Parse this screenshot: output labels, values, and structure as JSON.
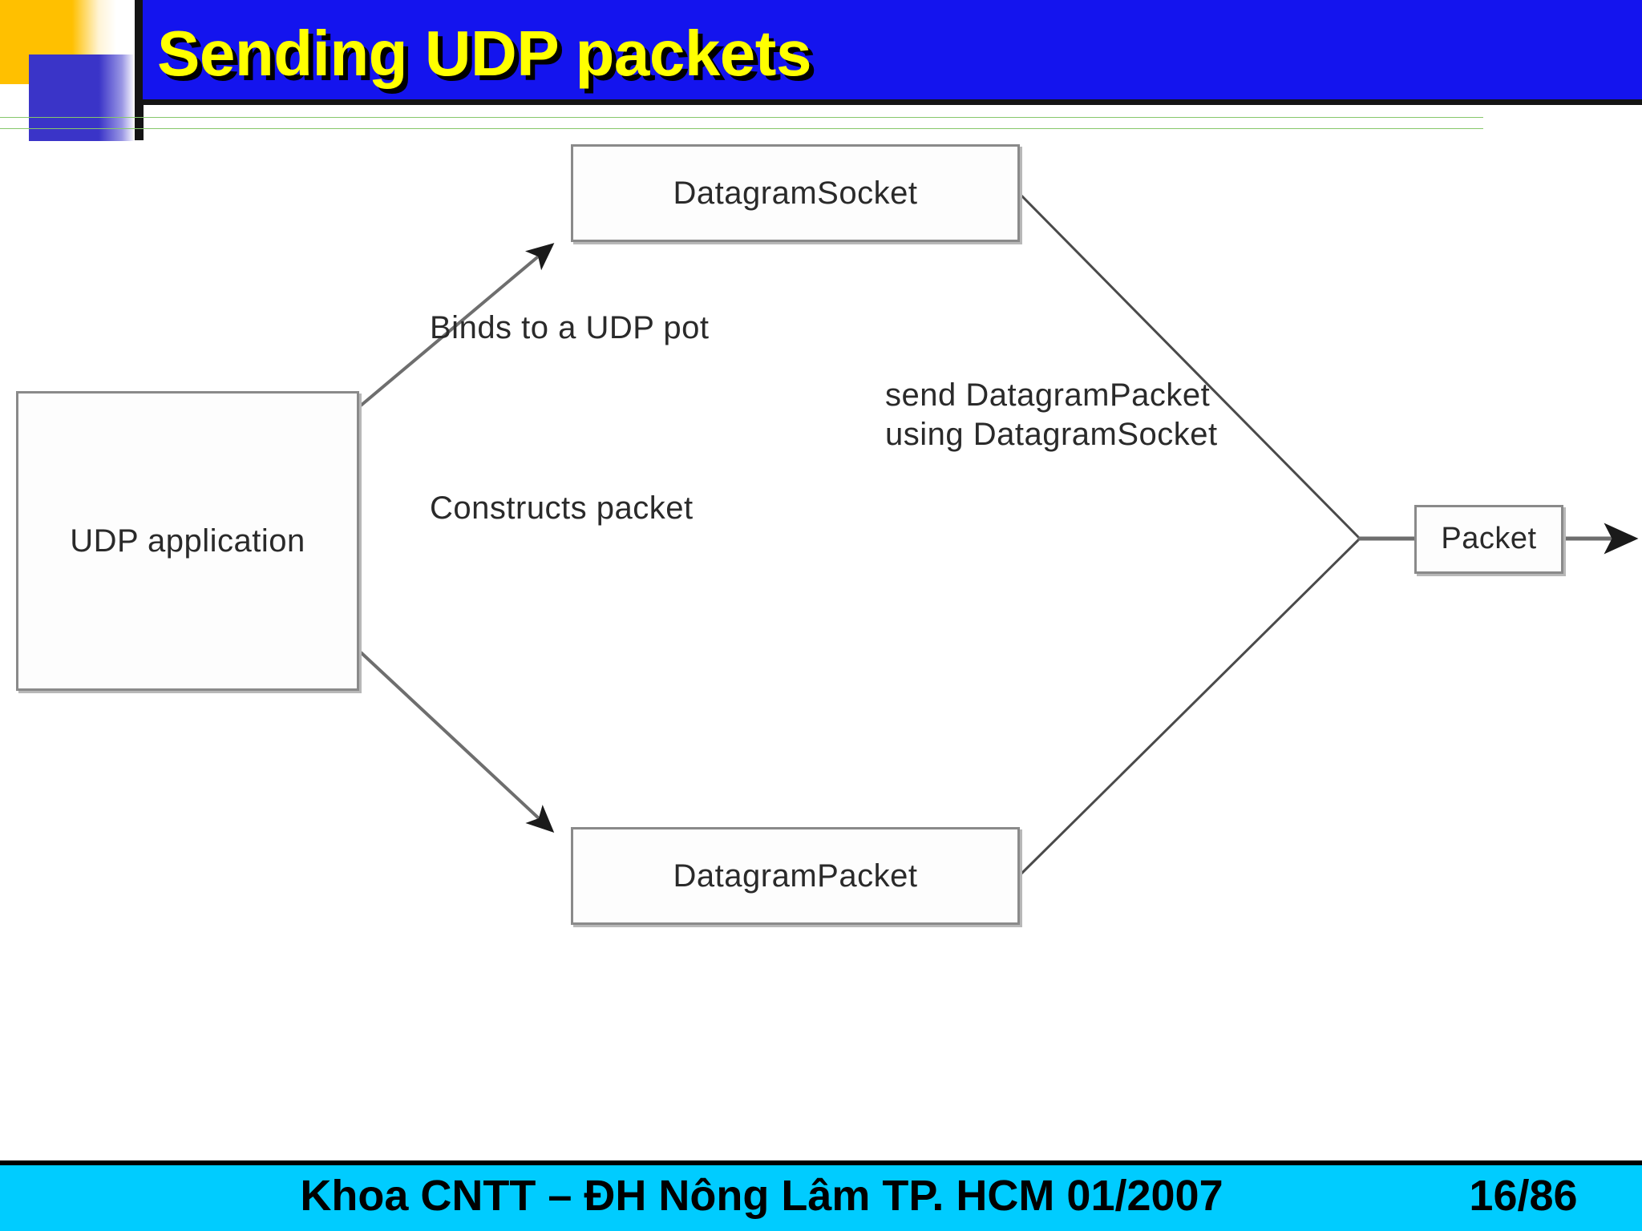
{
  "slide": {
    "title": "Sending UDP packets",
    "title_color": "#FFFF00",
    "header_bg": "#1414EE",
    "accent_yellow": "#FFC000",
    "accent_blue": "#3A34C8",
    "rule_green": "#86C86A",
    "footer_bg": "#00CCFF"
  },
  "footer": {
    "course": "Khoa CNTT – ĐH Nông Lâm TP. HCM 01/2007",
    "page": "16/86"
  },
  "diagram": {
    "boxes": [
      {
        "id": "datagram-socket",
        "label": "DatagramSocket"
      },
      {
        "id": "udp-application",
        "label": "UDP\napplication"
      },
      {
        "id": "datagram-packet",
        "label": "DatagramPacket"
      },
      {
        "id": "packet",
        "label": "Packet"
      }
    ],
    "edge_labels": [
      {
        "id": "binds",
        "text": "Binds to a UDP pot"
      },
      {
        "id": "constructs",
        "text": "Constructs packet"
      },
      {
        "id": "send",
        "text": "send DatagramPacket\nusing DatagramSocket"
      }
    ]
  }
}
